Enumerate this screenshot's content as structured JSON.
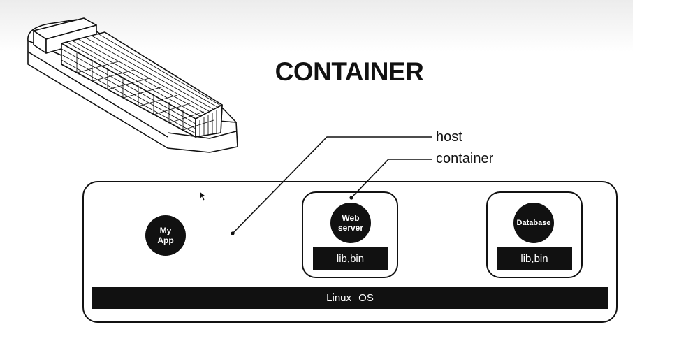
{
  "title": "CONTAINER",
  "callouts": {
    "host": "host",
    "container": "container"
  },
  "app": {
    "label_line1": "My",
    "label_line2": "App"
  },
  "web_container": {
    "circle_line1": "Web",
    "circle_line2": "server",
    "lib": "lib,bin"
  },
  "db_container": {
    "circle_label": "Database",
    "lib": "lib,bin"
  },
  "os_bar": "Linux OS",
  "icons": {
    "ship": "container-ship-icon",
    "cursor": "mouse-cursor-icon"
  }
}
